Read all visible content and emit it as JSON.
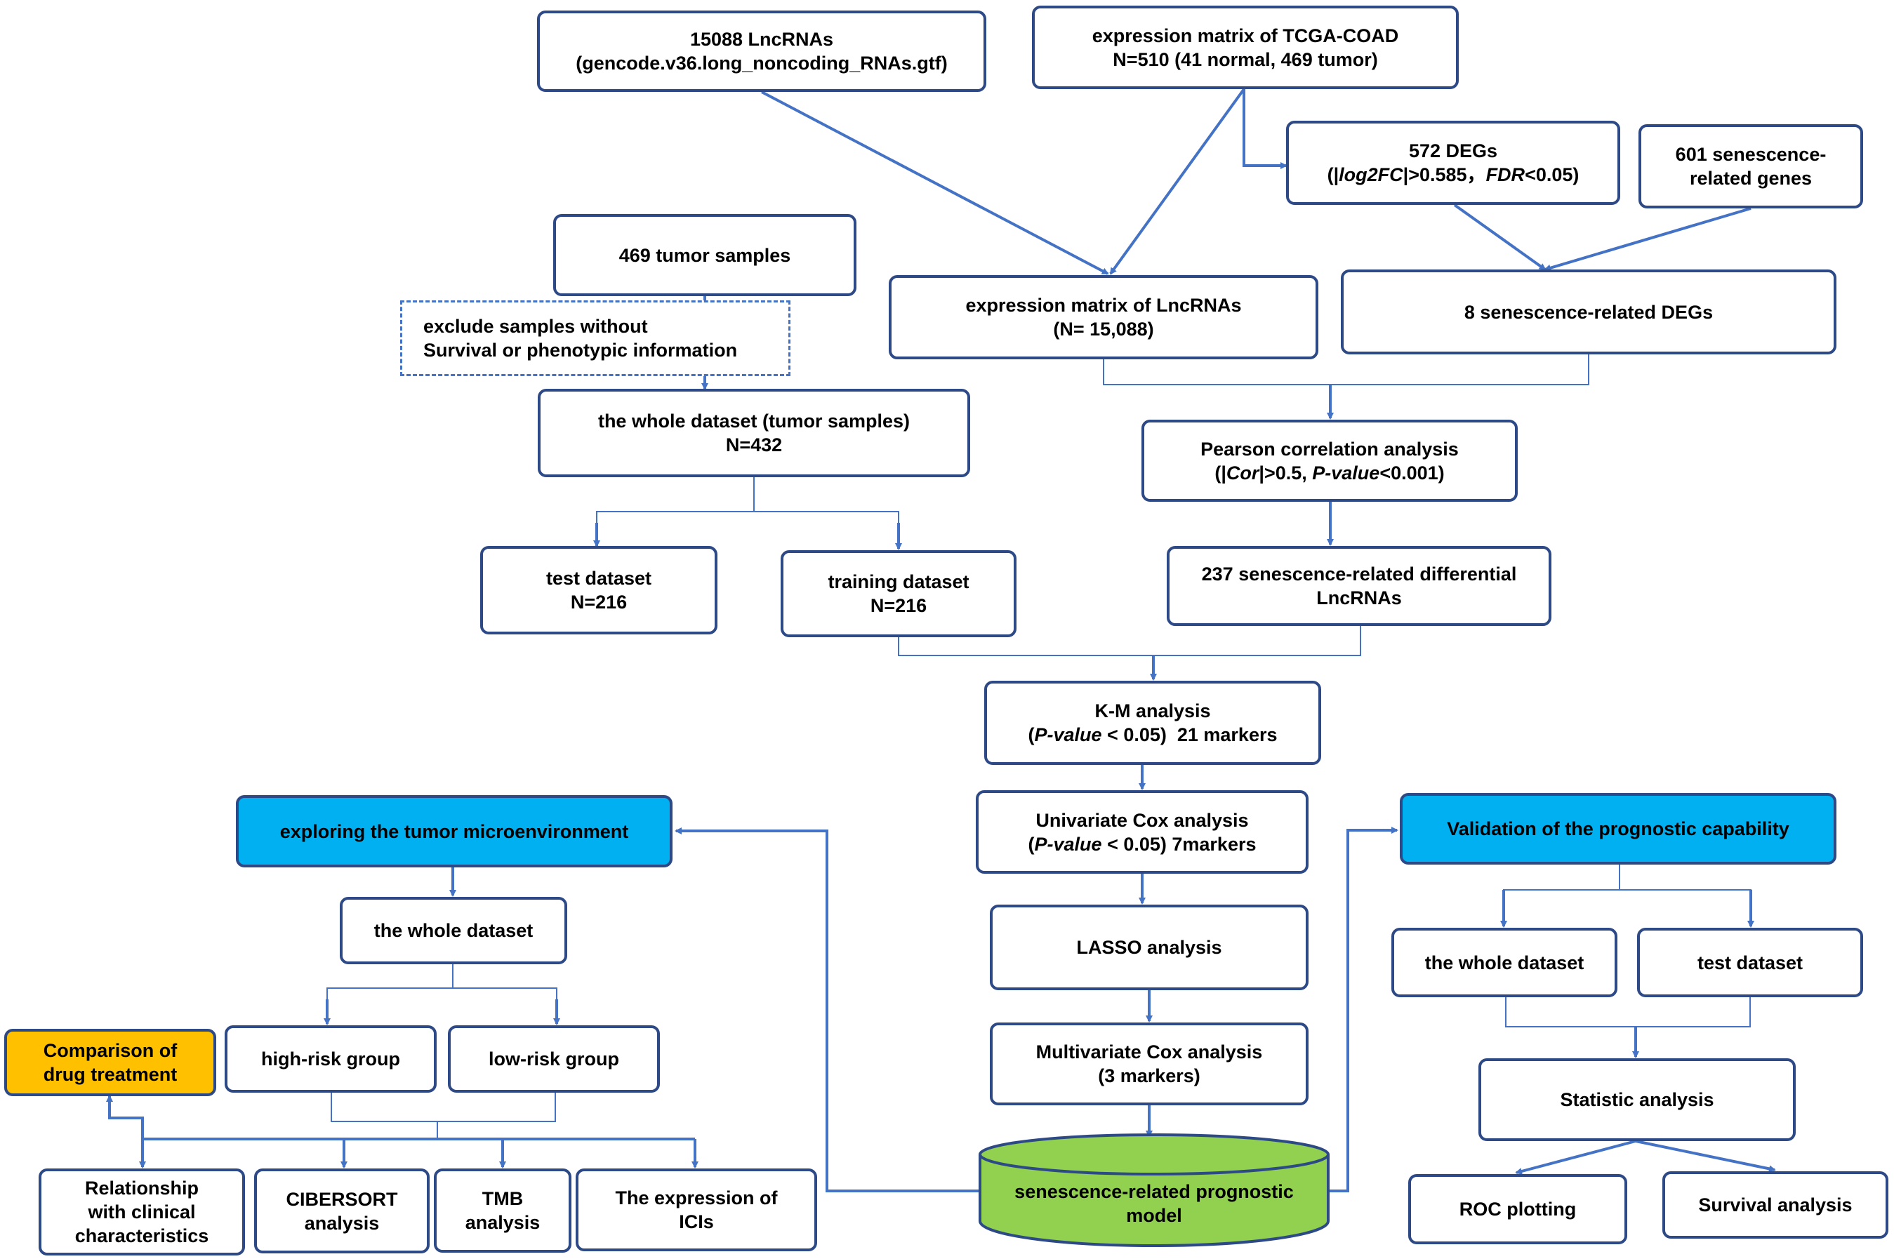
{
  "colors": {
    "arrow": "#4472c4",
    "border": "#2e4a86",
    "highlight_blue": "#00b0f0",
    "highlight_gold": "#ffc000",
    "model_green": "#92d050"
  },
  "lncrnas": {
    "l1": "15088 LncRNAs",
    "l2": "(gencode.v36.long_noncoding_RNAs.gtf)"
  },
  "tcga": {
    "l1": "expression matrix of TCGA-COAD",
    "l2": "N=510 (41 normal, 469 tumor)"
  },
  "degs": {
    "l1": "572 DEGs",
    "l2a": "(|",
    "l2b": "log2FC",
    "l2c": "|>0.585，",
    "l2d": "FDR",
    "l2e": "<0.05)"
  },
  "sen601": {
    "l1": "601 senescence-",
    "l2": "related genes"
  },
  "tumor469": {
    "l1": "469 tumor samples"
  },
  "exclude": {
    "l1": "exclude samples without",
    "l2": "Survival or phenotypic information"
  },
  "exprlnc": {
    "l1": "expression matrix of LncRNAs",
    "l2": "(N= 15,088)"
  },
  "sendegs": {
    "l1": "8 senescence-related DEGs"
  },
  "whole432": {
    "l1": "the whole dataset (tumor samples)",
    "l2": "N=432"
  },
  "pearson": {
    "l1": "Pearson correlation analysis",
    "l2a": "(|",
    "l2b": "Cor",
    "l2c": "|>0.5, ",
    "l2d": "P-value",
    "l2e": "<0.001)"
  },
  "test216": {
    "l1": "test dataset",
    "l2": "N=216"
  },
  "train216": {
    "l1": "training dataset",
    "l2": "N=216"
  },
  "lnc237": {
    "l1": "237 senescence-related differential",
    "l2": "LncRNAs"
  },
  "km": {
    "l1": "K-M analysis",
    "l2a": "(",
    "l2b": "P-value",
    "l2c": " < 0.05)  21 markers"
  },
  "unicox": {
    "l1": "Univariate Cox analysis",
    "l2a": "(",
    "l2b": "P-value",
    "l2c": " < 0.05) 7markers"
  },
  "lasso": {
    "l1": "LASSO analysis"
  },
  "multicox": {
    "l1": "Multivariate Cox analysis",
    "l2": "(3 markers)"
  },
  "model": {
    "l1": "senescence-related prognostic",
    "l2": "model"
  },
  "tme": {
    "l1": "exploring the tumor microenvironment"
  },
  "wholeL": {
    "l1": "the whole dataset"
  },
  "high": {
    "l1": "high-risk group"
  },
  "low": {
    "l1": "low-risk group"
  },
  "drug": {
    "l1": "Comparison of",
    "l2": "drug treatment"
  },
  "clinical": {
    "l1": "Relationship",
    "l2": "with clinical",
    "l3": "characteristics"
  },
  "cibersort": {
    "l1": "CIBERSORT",
    "l2": "analysis"
  },
  "tmb": {
    "l1": "TMB",
    "l2": "analysis"
  },
  "icis": {
    "l1": "The expression of",
    "l2": "ICIs"
  },
  "validation": {
    "l1": "Validation of the prognostic capability"
  },
  "wholeR": {
    "l1": "the whole dataset"
  },
  "testR": {
    "l1": "test dataset"
  },
  "stat": {
    "l1": "Statistic analysis"
  },
  "roc": {
    "l1": "ROC plotting"
  },
  "survival": {
    "l1": "Survival analysis"
  }
}
